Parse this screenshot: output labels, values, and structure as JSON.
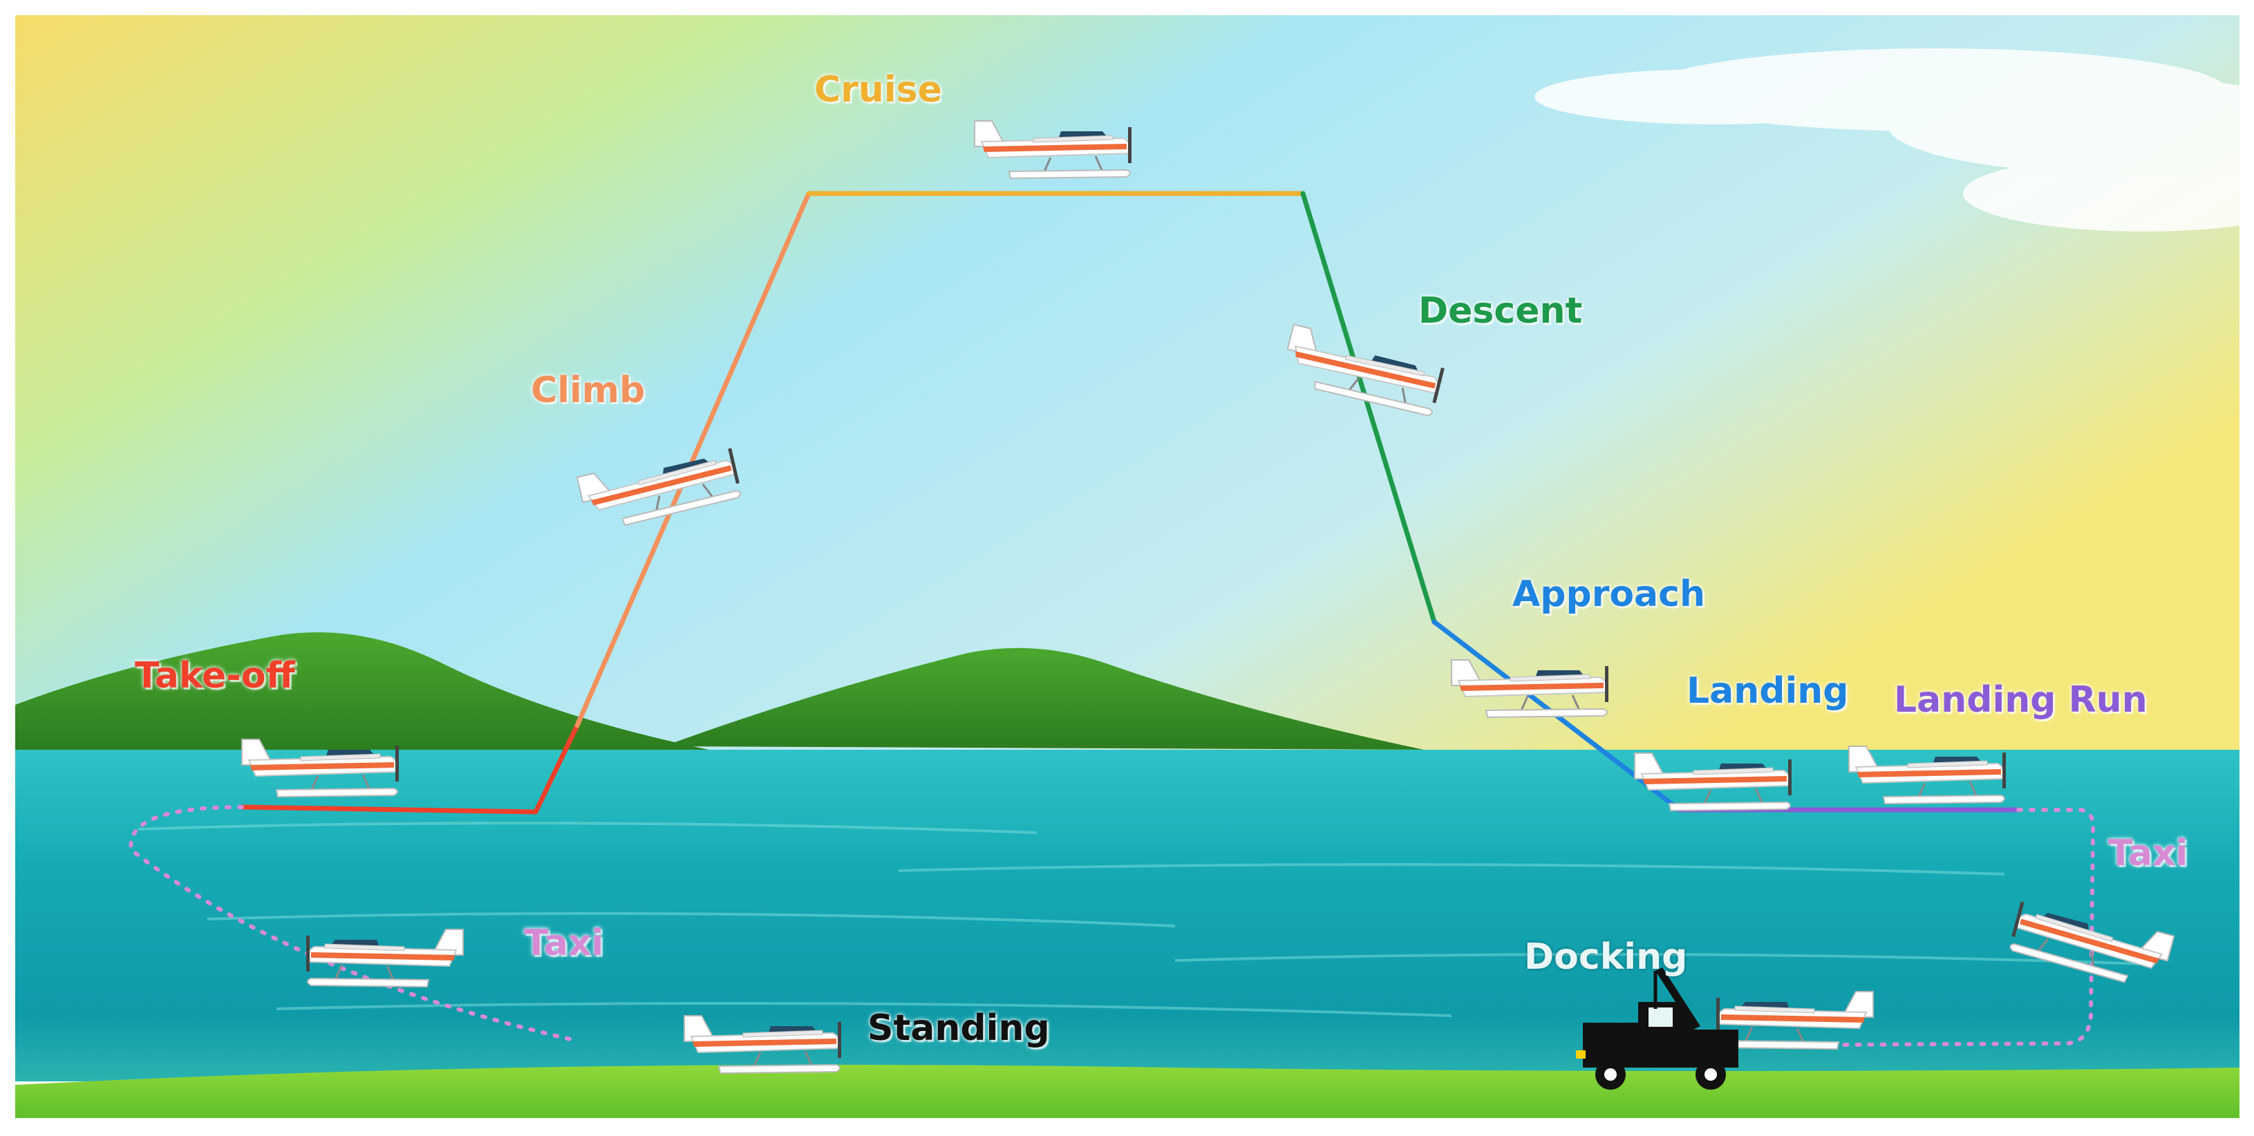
{
  "colors": {
    "takeoff": "#f0402a",
    "climb": "#f3915c",
    "cruise": "#f0b030",
    "descent": "#1d9a4a",
    "approach": "#1f84e0",
    "landing": "#1f84e0",
    "landing_run": "#8a5cd6",
    "taxi": "#d78ad4",
    "docking": "#e8f6f6",
    "standing": "#111111"
  },
  "phases": {
    "takeoff": "Take-off",
    "climb": "Climb",
    "cruise": "Cruise",
    "descent": "Descent",
    "approach": "Approach",
    "landing": "Landing",
    "landing_run": "Landing Run",
    "taxi_right": "Taxi",
    "taxi_left": "Taxi",
    "docking": "Docking",
    "standing": "Standing"
  }
}
